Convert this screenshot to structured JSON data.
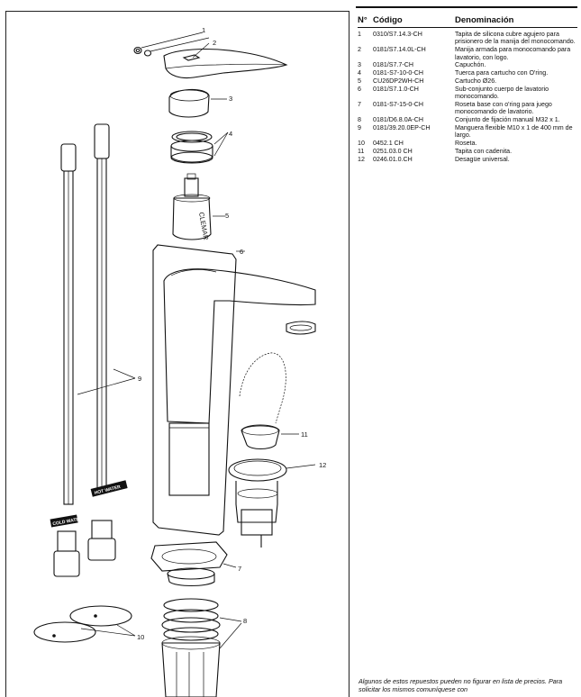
{
  "table": {
    "headers": {
      "num": "N°",
      "code": "Código",
      "name": "Denominación"
    },
    "rows": [
      {
        "num": "1",
        "code": "0310/S7.14.3-CH",
        "name": "Tapita de silicona cubre agujero para prisionero de la manija del monocomando."
      },
      {
        "num": "2",
        "code": "0181/S7.14.0L-CH",
        "name": "Manija armada para monocomando para lavatorio, con logo."
      },
      {
        "num": "3",
        "code": "0181/S7.7-CH",
        "name": "Capuchón."
      },
      {
        "num": "4",
        "code": "0181-S7-10-0-CH",
        "name": "Tuerca para cartucho con O'ring."
      },
      {
        "num": "5",
        "code": "CU26DP2WH-CH",
        "name": "Cartucho Ø26."
      },
      {
        "num": "6",
        "code": "0181/S7.1.0-CH",
        "name": "Sub-conjunto cuerpo de lavatorio monocomando."
      },
      {
        "num": "7",
        "code": "0181-S7-15-0-CH",
        "name": "Roseta base con o'ring para juego monocomando de lavatorio."
      },
      {
        "num": "8",
        "code": "0181/D6.8.0A-CH",
        "name": "Conjunto de fijación manual M32 x 1."
      },
      {
        "num": "9",
        "code": "0181/39.20.0EP-CH",
        "name": "Manguera flexible M10 x 1 de 400 mm de largo."
      },
      {
        "num": "10",
        "code": "0452.1 CH",
        "name": "Roseta."
      },
      {
        "num": "11",
        "code": "0251.03.0 CH",
        "name": "Tapita con cadenita."
      },
      {
        "num": "12",
        "code": "0246.01.0.CH",
        "name": "Desagüe universal."
      }
    ]
  },
  "footnote": "Algunos de estos repuestos pueden no figurar en lista de precios. Para solicitar los mismos comuníquese con",
  "diagram": {
    "callouts": [
      "1",
      "2",
      "3",
      "4",
      "5",
      "6",
      "7",
      "8",
      "9",
      "10",
      "11",
      "12"
    ],
    "hose_labels": {
      "hot": "HOT WATER",
      "cold": "COLD WATER"
    },
    "cartridge_label": "CLEMAR"
  }
}
